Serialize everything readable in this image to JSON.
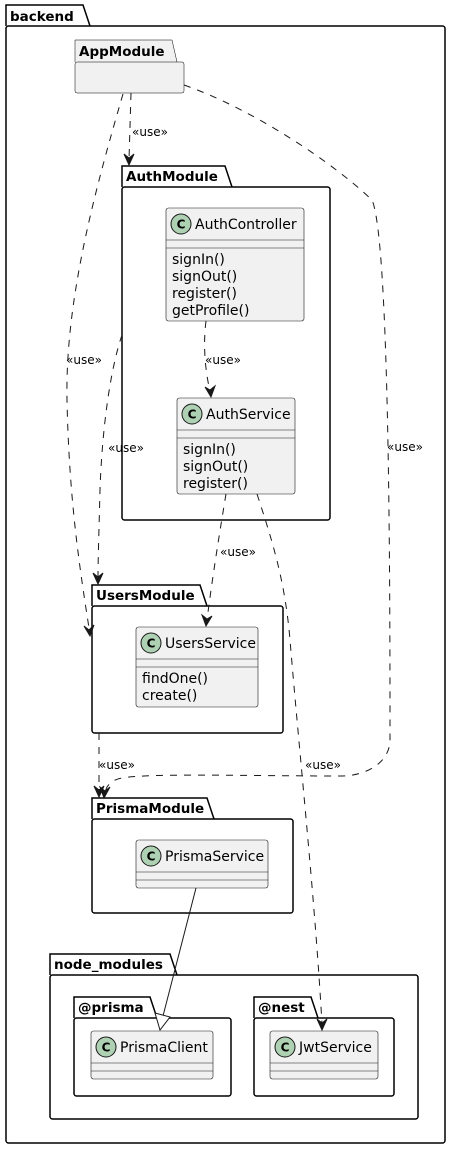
{
  "packages": {
    "backend": "backend",
    "app": "AppModule",
    "auth": "AuthModule",
    "users": "UsersModule",
    "prisma_module": "PrismaModule",
    "node_modules": "node_modules",
    "prisma_scope": "@prisma",
    "nest_scope": "@nest"
  },
  "classes": {
    "auth_controller": {
      "name": "AuthController",
      "stereotype_letter": "C",
      "methods": [
        "signIn()",
        "signOut()",
        "register()",
        "getProfile()"
      ]
    },
    "auth_service": {
      "name": "AuthService",
      "stereotype_letter": "C",
      "methods": [
        "signIn()",
        "signOut()",
        "register()"
      ]
    },
    "users_service": {
      "name": "UsersService",
      "stereotype_letter": "C",
      "methods": [
        "findOne()",
        "create()"
      ]
    },
    "prisma_service": {
      "name": "PrismaService",
      "stereotype_letter": "C",
      "methods": []
    },
    "prisma_client": {
      "name": "PrismaClient",
      "stereotype_letter": "C",
      "methods": []
    },
    "jwt_service": {
      "name": "JwtService",
      "stereotype_letter": "C",
      "methods": []
    }
  },
  "edges": {
    "app_to_auth": "«use»",
    "app_to_users": "«use»",
    "app_to_prisma": "«use»",
    "auth_to_users": "«use»",
    "controller_to_service": "«use»",
    "authservice_to_usersservice": "«use»",
    "authservice_to_jwt": "«use»",
    "users_to_prisma": "«use»"
  },
  "colors": {
    "class_fill": "#f1f1f1",
    "stereotype_circle": "#add1b2",
    "line": "#181818"
  }
}
